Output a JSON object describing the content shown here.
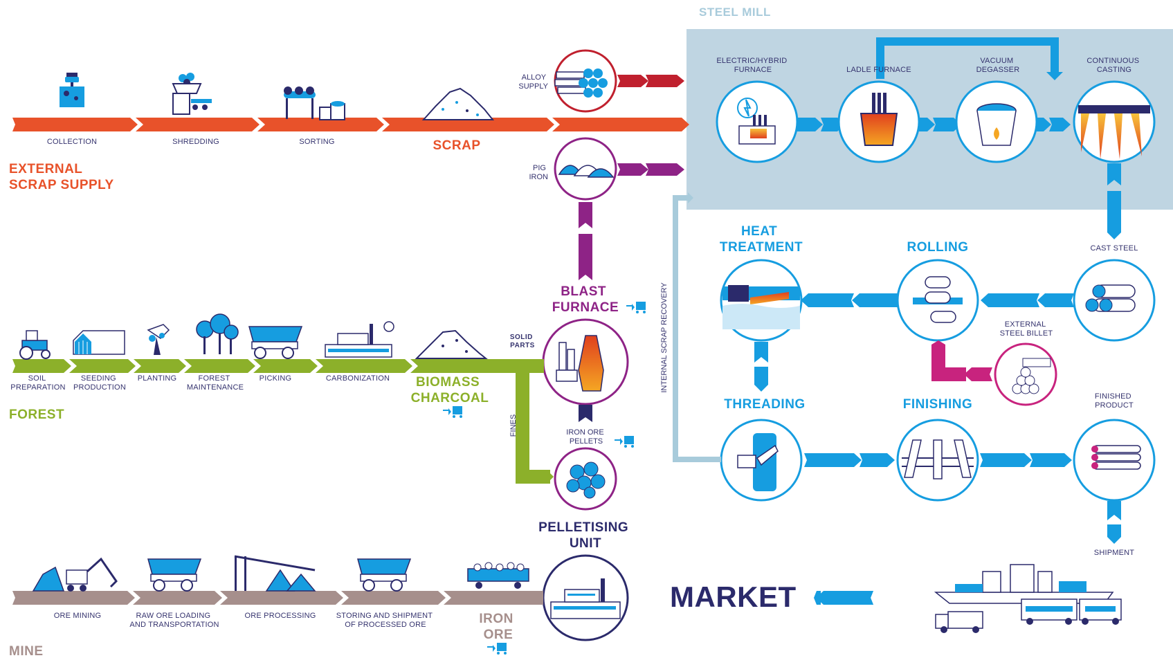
{
  "colors": {
    "scrap": "#e8522a",
    "forest": "#8cb02a",
    "mine": "#a68f8c",
    "steel": "#169de0",
    "purple": "#8e2386",
    "dark_red": "#c0202e",
    "navy": "#2b2a6b",
    "light_blue": "#a8cbdb",
    "magenta": "#c8237e",
    "mill_bg": "#bfd5e2"
  },
  "sections": {
    "steel_mill": "STEEL MILL",
    "external_scrap_supply_1": "EXTERNAL",
    "external_scrap_supply_2": "SCRAP SUPPLY",
    "forest": "FOREST",
    "mine": "MINE",
    "market": "MARKET"
  },
  "scrap_chain": {
    "collection": "COLLECTION",
    "shredding": "SHREDDING",
    "sorting": "SORTING",
    "scrap": "SCRAP"
  },
  "inputs": {
    "alloy_supply_1": "ALLOY",
    "alloy_supply_2": "SUPPLY",
    "pig_iron_1": "PIG",
    "pig_iron_2": "IRON",
    "solid_parts_1": "SOLID",
    "solid_parts_2": "PARTS",
    "fines": "FINES",
    "iron_ore_pellets_1": "IRON ORE",
    "iron_ore_pellets_2": "PELLETS"
  },
  "forest_chain": {
    "soil_1": "SOIL",
    "soil_2": "PREPARATION",
    "seeding_1": "SEEDING",
    "seeding_2": "PRODUCTION",
    "planting": "PLANTING",
    "forest_maint_1": "FOREST",
    "forest_maint_2": "MAINTENANCE",
    "picking": "PICKING",
    "carbonization": "CARBONIZATION",
    "biomass_1": "BIOMASS",
    "biomass_2": "CHARCOAL"
  },
  "mine_chain": {
    "ore_mining": "ORE MINING",
    "raw_ore_1": "RAW ORE LOADING",
    "raw_ore_2": "AND TRANSPORTATION",
    "ore_processing": "ORE PROCESSING",
    "storing_1": "STORING AND SHIPMENT",
    "storing_2": "OF PROCESSED ORE",
    "iron_ore_1": "IRON",
    "iron_ore_2": "ORE"
  },
  "units": {
    "blast_furnace_1": "BLAST",
    "blast_furnace_2": "FURNACE",
    "pelletising_1": "PELLETISING",
    "pelletising_2": "UNIT"
  },
  "mill": {
    "electric_1": "ELECTRIC/HYBRID",
    "electric_2": "FURNACE",
    "ladle": "LADLE FURNACE",
    "vacuum_1": "VACUUM",
    "vacuum_2": "DEGASSER",
    "casting_1": "CONTINUOUS",
    "casting_2": "CASTING",
    "cast_steel": "CAST STEEL",
    "internal_scrap": "INTERNAL SCRAP RECOVERY",
    "heat_1": "HEAT",
    "heat_2": "TREATMENT",
    "rolling": "ROLLING",
    "ext_billet_1": "EXTERNAL",
    "ext_billet_2": "STEEL BILLET",
    "threading": "THREADING",
    "finishing": "FINISHING",
    "finished_1": "FINISHED",
    "finished_2": "PRODUCT",
    "shipment": "SHIPMENT"
  },
  "icons": [
    "cart-icon",
    "furnace-icon",
    "ladle-icon",
    "vacuum-icon",
    "casting-icon",
    "pipes-icon",
    "rollers-icon",
    "billet-icon",
    "heat-icon",
    "threading-icon",
    "finishing-icon",
    "truck-icon",
    "tractor-icon",
    "ship-icon",
    "train-icon"
  ]
}
